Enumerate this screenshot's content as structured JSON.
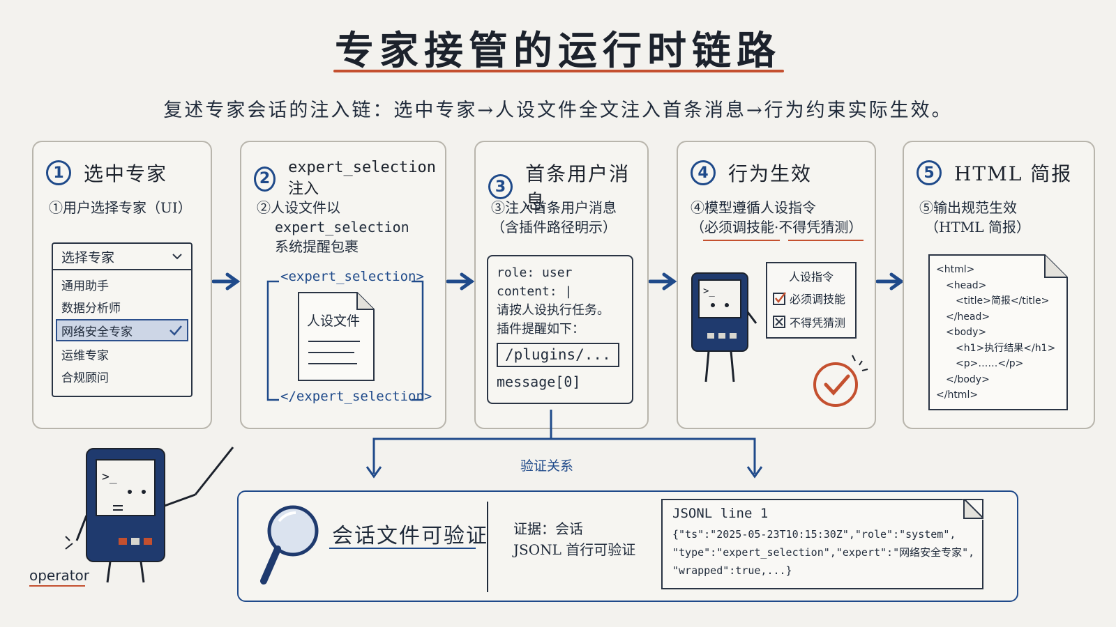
{
  "title": "专家接管的运行时链路",
  "subtitle": "复述专家会话的注入链：选中专家→人设文件全文注入首条消息→行为约束实际生效。",
  "colors": {
    "accent": "#1f4a8a",
    "underline": "#c4502f",
    "card_border": "#b8b5ac"
  },
  "cards": [
    {
      "num": "1",
      "title": "选中专家",
      "sub": "①用户选择专家（UI）",
      "dropdown": {
        "label": "选择专家",
        "items": [
          "通用助手",
          "数据分析师",
          "网络安全专家",
          "运维专家",
          "合规顾问"
        ],
        "selected_index": 2
      }
    },
    {
      "num": "2",
      "title": "expert_selection 注入",
      "sub_lines": [
        "②人设文件以",
        "expert_selection",
        "系统提醒包裹"
      ],
      "open_tag": "<expert_selection>",
      "doc_label": "人设文件",
      "close_tag": "</expert_selection>"
    },
    {
      "num": "3",
      "title": "首条用户消息",
      "sub_lines": [
        "③注入首条用户消息",
        "（含插件路径明示）"
      ],
      "msg": {
        "role": "role: user",
        "content": "content: |",
        "line1": "请按人设执行任务。",
        "line2": "插件提醒如下：",
        "plugin": "/plugins/...",
        "index": "message[0]"
      }
    },
    {
      "num": "4",
      "title": "行为生效",
      "sub_lines": [
        "④模型遵循人设指令",
        "（必须调技能·不得凭猜测）"
      ],
      "rules": {
        "header": "人设指令",
        "must": "必须调技能",
        "never": "不得凭猜测"
      }
    },
    {
      "num": "5",
      "title": "HTML 简报",
      "sub_lines": [
        "⑤输出规范生效",
        "（HTML 简报）"
      ],
      "code": [
        "<html>",
        "<head>",
        "<title>简报</title>",
        "</head>",
        "<body>",
        "<h1>执行结果</h1>",
        "<p>……</p>",
        "</body>",
        "</html>"
      ]
    }
  ],
  "verify": {
    "link_label": "验证关系",
    "box_title": "会话文件可验证",
    "evidence_lines": [
      "证据：会话",
      "JSONL 首行可验证"
    ],
    "jsonl_head": "JSONL line 1",
    "jsonl_lines": [
      "{\"ts\":\"2025-05-23T10:15:30Z\",\"role\":\"system\",",
      " \"type\":\"expert_selection\",\"expert\":\"网络安全专家\",",
      " \"wrapped\":true,...}"
    ]
  },
  "operator_label": "operator"
}
